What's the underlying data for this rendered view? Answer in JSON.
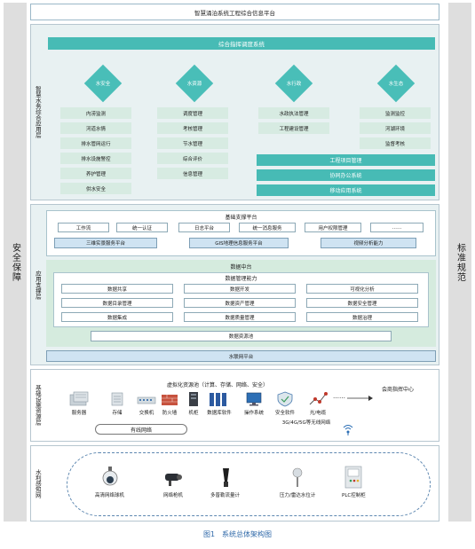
{
  "side_left": "安全保障",
  "side_right": "标准规范",
  "top_banner": "智慧涌泊系统工程综合信息平台",
  "layer1": {
    "label": "智慧水务综合应用层",
    "header": "综合指挥调度系统",
    "diamonds": [
      "水安全",
      "水资源",
      "水行政",
      "水生态"
    ],
    "col1": [
      "内涝监测",
      "河道水情",
      "排水管网运行",
      "排水设施警控",
      "养护管理",
      "供水安全"
    ],
    "col2": [
      "调度管理",
      "考核管理",
      "节水管理",
      "综合评价",
      "信息管理"
    ],
    "col3": [
      "水政执法管理",
      "工程建设管理"
    ],
    "col4": [
      "监测监控",
      "河湖环境",
      "监督考核"
    ],
    "bars": [
      "工程项目管理",
      "协同办公系统",
      "移动应用系统"
    ]
  },
  "layer2": {
    "label": "应用支撑层",
    "base_title": "基础支撑平台",
    "base_row1": [
      "工作流",
      "统一认证",
      "日志平台",
      "统一消息服务",
      "用户权限管理",
      "……"
    ],
    "base_row2": [
      "三维实景服务平台",
      "GIS地理信息服务平台",
      "视频分析能力"
    ],
    "data_title": "数据中台",
    "mgmt_title": "数据管理能力",
    "grid": [
      [
        "数据共享",
        "数据开发",
        "可视化分析"
      ],
      [
        "数据目录管理",
        "数据资产管理",
        "数据安全管理"
      ],
      [
        "数据集成",
        "数据质量管理",
        "数据治理"
      ]
    ],
    "pool": "数据资源池",
    "iot": "水联网平台"
  },
  "layer3": {
    "label": "基础设施资源层",
    "virt_title": "虚拟化资源池（计算、存储、网络、安全）",
    "icons": [
      {
        "name": "server-icon",
        "label": "服务器"
      },
      {
        "name": "storage-icon",
        "label": "存储"
      },
      {
        "name": "switch-icon",
        "label": "交换机"
      },
      {
        "name": "firewall-icon",
        "label": "防火墙"
      },
      {
        "name": "cabinet-icon",
        "label": "机柜"
      },
      {
        "name": "database-icon",
        "label": "数据库软件"
      },
      {
        "name": "os-icon",
        "label": "操作系统"
      },
      {
        "name": "security-software-icon",
        "label": "安全软件"
      },
      {
        "name": "fiber-cable-icon",
        "label": "光/电缆"
      }
    ],
    "dots": "……",
    "command_center": "会商指挥中心",
    "wired": "有线网络",
    "wireless": "3G/4G/5G等无线网络"
  },
  "layer4": {
    "label": "水利感知网",
    "sensors": [
      {
        "name": "hd-dome-camera-icon",
        "label": "高清网络球机"
      },
      {
        "name": "bullet-camera-icon",
        "label": "网络枪机"
      },
      {
        "name": "doppler-flowmeter-icon",
        "label": "多普勒流量计"
      },
      {
        "name": "radar-level-gauge-icon",
        "label": "压力/雷达水位计"
      },
      {
        "name": "plc-cabinet-icon",
        "label": "PLC控制柜"
      }
    ]
  },
  "caption": "图1　系统总体架构图",
  "colors": {
    "teal": "#47bbb5",
    "light_green": "#d7ebe2",
    "light_blue": "#cfe3f2",
    "caption_blue": "#2e68a8",
    "gray": "#dedede"
  }
}
